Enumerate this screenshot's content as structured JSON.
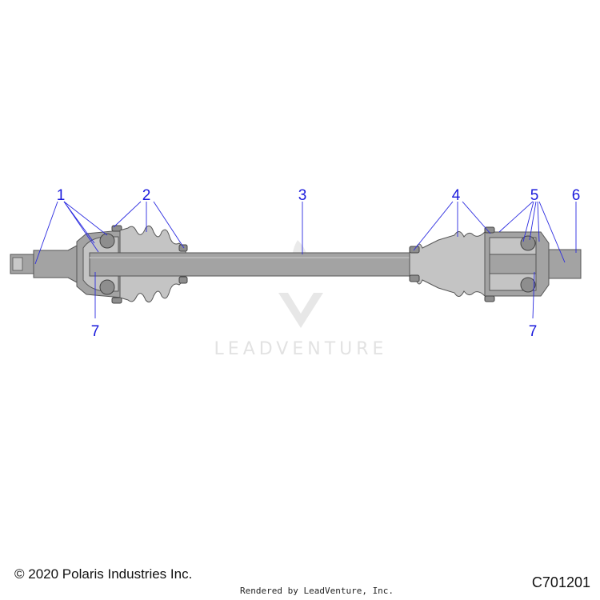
{
  "callouts": [
    "1",
    "2",
    "3",
    "4",
    "5",
    "6",
    "7",
    "7"
  ],
  "watermark": "LEADVENTURE",
  "footer": {
    "copyright": "© 2020 Polaris Industries Inc.",
    "figure_id": "C701201",
    "rendered_by": "Rendered by LeadVenture, Inc."
  }
}
